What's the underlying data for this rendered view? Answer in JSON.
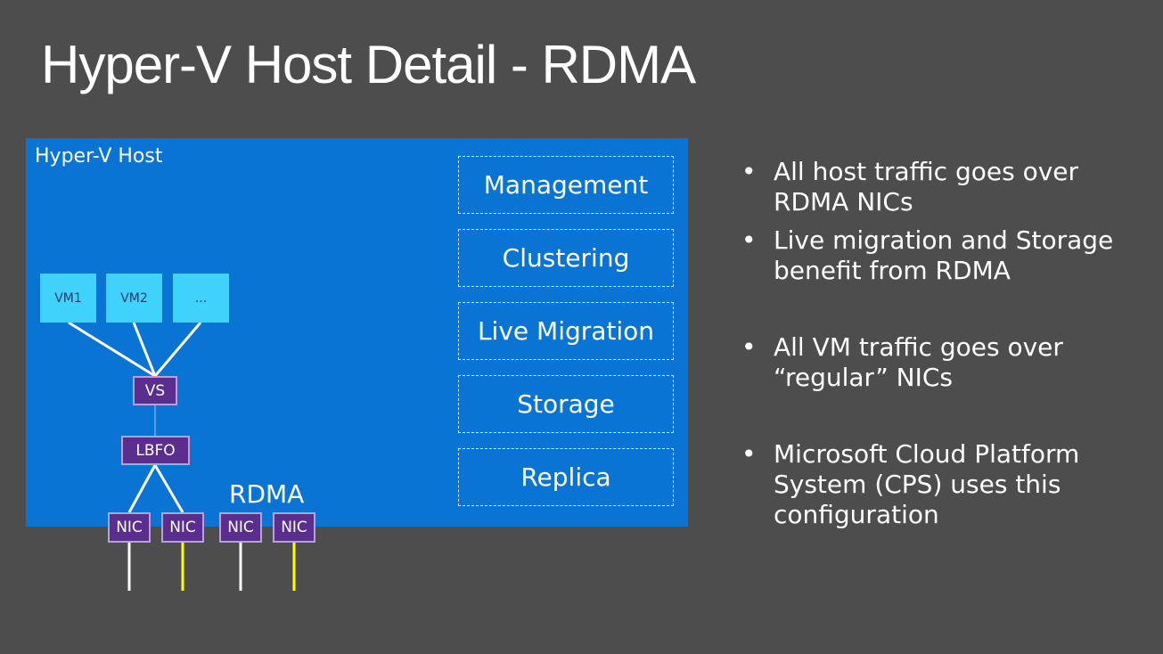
{
  "title": "Hyper-V Host Detail - RDMA",
  "diagram": {
    "host_label": "Hyper-V Host",
    "services": [
      "Management",
      "Clustering",
      "Live Migration",
      "Storage",
      "Replica"
    ],
    "vms": [
      "VM1",
      "VM2",
      "..."
    ],
    "vswitch_label": "VS",
    "lbfo_label": "LBFO",
    "rdma_label": "RDMA",
    "nics": [
      "NIC",
      "NIC",
      "NIC",
      "NIC"
    ],
    "colors": {
      "host_box": "#0a74d4",
      "vm_box": "#3fd3fb",
      "purple_box": "#5b2d8e",
      "white_cable": "#ffffff",
      "yellow_cable": "#ffff00"
    }
  },
  "bullets": [
    "All host traffic goes over RDMA NICs",
    "Live migration and Storage benefit from RDMA",
    "All VM traffic goes over “regular” NICs",
    "Microsoft Cloud Platform System (CPS) uses this configuration"
  ]
}
